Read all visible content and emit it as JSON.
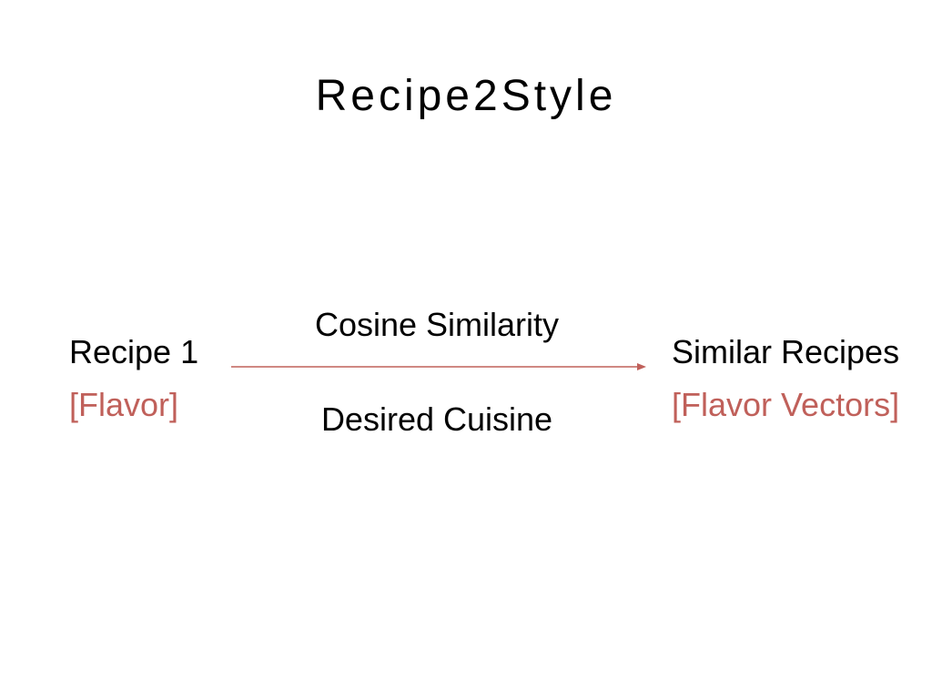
{
  "title": "Recipe2Style",
  "source": {
    "label": "Recipe 1",
    "sublabel": "[Flavor]"
  },
  "edge": {
    "label_above": "Cosine Similarity",
    "label_below": "Desired Cuisine"
  },
  "target": {
    "label": "Similar Recipes",
    "sublabel": "[Flavor Vectors]"
  },
  "colors": {
    "text": "#000000",
    "accent": "#c0605a",
    "background": "#ffffff"
  }
}
